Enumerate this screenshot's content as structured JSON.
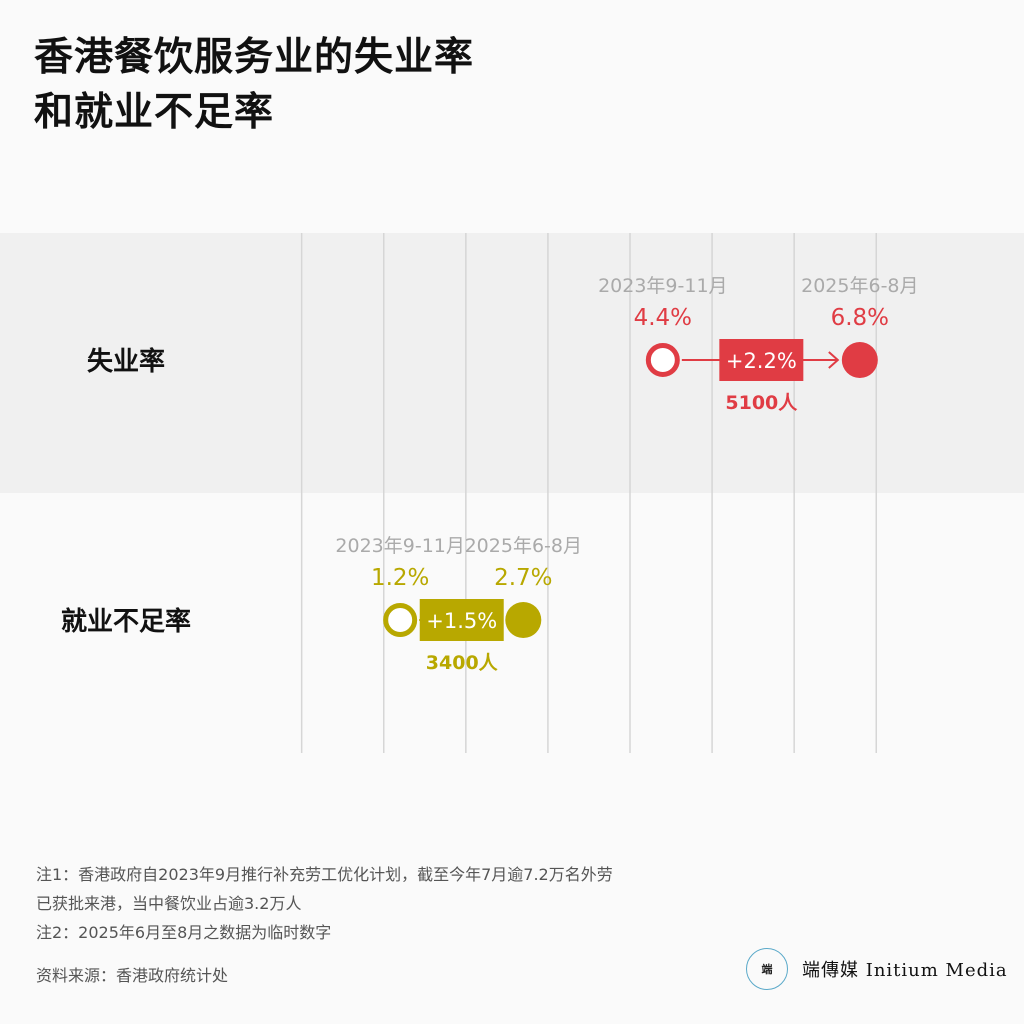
{
  "title_lines": [
    "香港餐饮服务业的失业率",
    "和就业不足率"
  ],
  "colors": {
    "unemployment": "#e03c44",
    "underemployment": "#b8a800",
    "period_label": "#aaaaaa",
    "band_shaded": "#f0f0f0",
    "gridline": "#d6d6d6"
  },
  "chart_data": {
    "type": "dumbbell",
    "x_range": [
      -0.8,
      8.8
    ],
    "gridlines": [
      0,
      1,
      2,
      3,
      4,
      5,
      6,
      7
    ],
    "rows": [
      {
        "label": "失业率",
        "color": "#e03c44",
        "start": {
          "period": "2023年9-11月",
          "value": 4.4,
          "label": "4.4%"
        },
        "end": {
          "period": "2025年6-8月",
          "value": 6.8,
          "label": "6.8%"
        },
        "change_label": "+2.2%",
        "people_label": "5100人"
      },
      {
        "label": "就业不足率",
        "color": "#b8a800",
        "start": {
          "period": "2023年9-11月",
          "value": 1.2,
          "label": "1.2%"
        },
        "end": {
          "period": "2025年6-8月",
          "value": 2.7,
          "label": "2.7%"
        },
        "change_label": "+1.5%",
        "people_label": "3400人"
      }
    ]
  },
  "notes": [
    "注1：香港政府自2023年9月推行补充劳工优化计划，截至今年7月逾7.2万名外劳",
    "已获批来港，当中餐饮业占逾3.2万人",
    "注2：2025年6月至8月之数据为临时数字"
  ],
  "source": "资料来源：香港政府统计处",
  "logo": {
    "badge": "端",
    "text": "端傳媒 Initium Media"
  }
}
